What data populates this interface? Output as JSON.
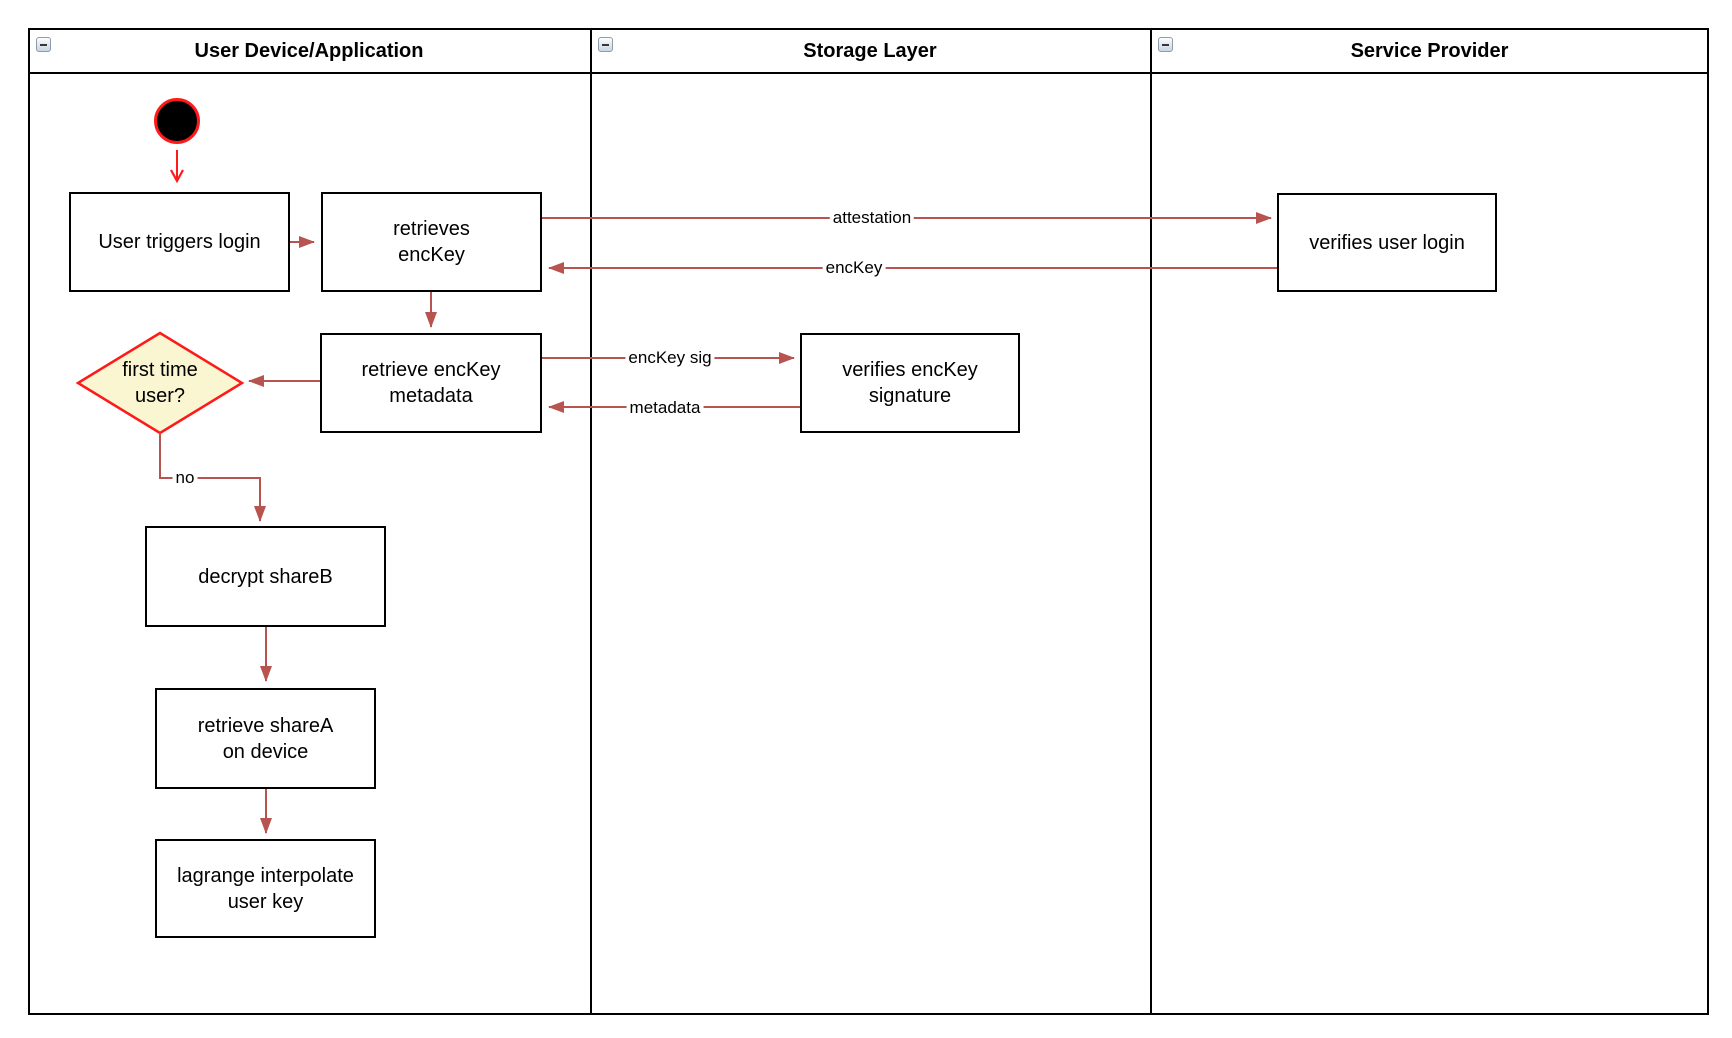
{
  "diagram": {
    "colors": {
      "edge_dark_red": "#b85450",
      "accent_red": "#ff1a1a",
      "decision_fill": "#faf6d2",
      "shape_border": "#000000",
      "shape_fill": "#ffffff"
    },
    "lanes": [
      {
        "title": "User Device/Application",
        "icon": "collapse-minus-icon"
      },
      {
        "title": "Storage Layer",
        "icon": "collapse-minus-icon"
      },
      {
        "title": "Service Provider",
        "icon": "collapse-minus-icon"
      }
    ],
    "nodes": {
      "start": {
        "type": "initial-node"
      },
      "user_triggers_login": {
        "label": "User triggers login"
      },
      "retrieves_enckey": {
        "label": "retrieves\nencKey"
      },
      "retrieve_enckey_metadata": {
        "label": "retrieve encKey\nmetadata"
      },
      "first_time_user": {
        "label": "first time\nuser?",
        "type": "decision"
      },
      "decrypt_shareb": {
        "label": "decrypt shareB"
      },
      "retrieve_sharea": {
        "label": "retrieve shareA\non device"
      },
      "lagrange_interpolate": {
        "label": "lagrange interpolate\nuser key"
      },
      "verifies_enckey_signature": {
        "label": "verifies encKey\nsignature"
      },
      "verifies_user_login": {
        "label": "verifies user login"
      }
    },
    "edges": {
      "attestation": {
        "label": "attestation"
      },
      "enckey": {
        "label": "encKey"
      },
      "enckey_sig": {
        "label": "encKey sig"
      },
      "metadata": {
        "label": "metadata"
      },
      "no": {
        "label": "no"
      }
    }
  }
}
